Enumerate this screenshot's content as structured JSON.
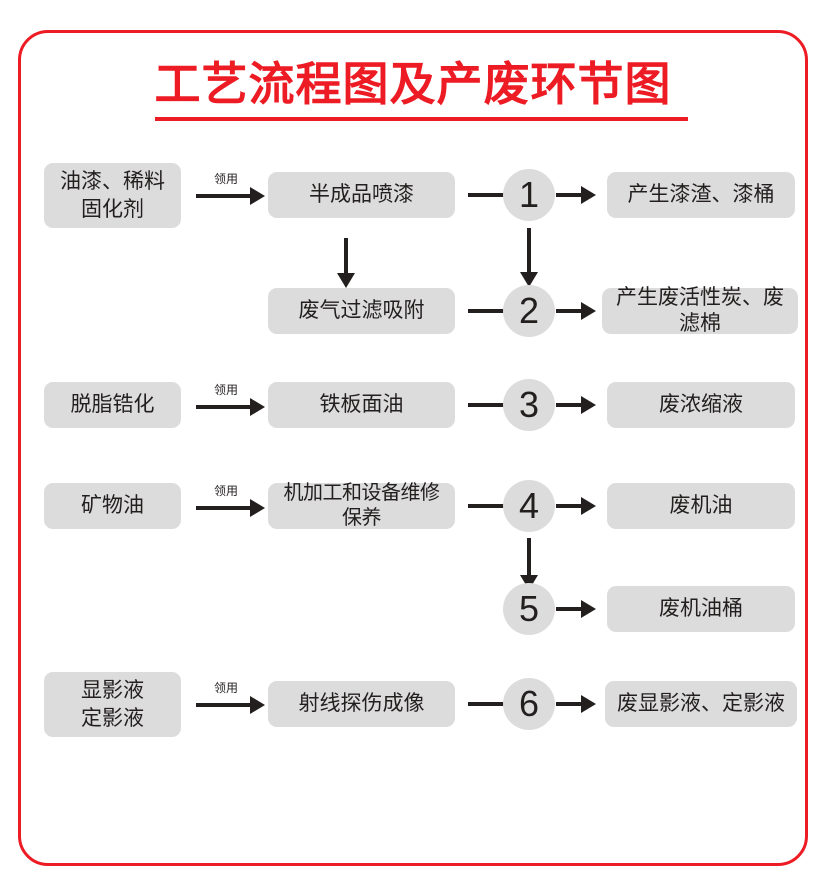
{
  "title": "工艺流程图及产废环节图",
  "theme": {
    "accent": "#ed1c24",
    "box_fill": "#dcdcdc",
    "text": "#231f1f",
    "connector": "#231f1f",
    "background": "#ffffff"
  },
  "edge_label": "领用",
  "flow": {
    "rows": [
      {
        "id": "row-1",
        "input": "油漆、稀料\n固化剂",
        "input_lines": [
          "油漆、稀料",
          "固化剂"
        ],
        "process": "半成品喷漆",
        "number": "1",
        "output": "产生漆渣、漆桶",
        "requisition": "领用"
      },
      {
        "id": "row-2",
        "input": null,
        "process": "废气过滤吸附",
        "number": "2",
        "output": "产生废活性炭、废滤棉",
        "requisition": null
      },
      {
        "id": "row-3",
        "input": "脱脂锆化",
        "input_lines": [
          "脱脂锆化"
        ],
        "process": "铁板面油",
        "number": "3",
        "output": "废浓缩液",
        "requisition": "领用"
      },
      {
        "id": "row-4",
        "input": "矿物油",
        "input_lines": [
          "矿物油"
        ],
        "process": "机加工和设备维修保养",
        "number": "4",
        "output": "废机油",
        "requisition": "领用"
      },
      {
        "id": "row-5",
        "input": null,
        "process": null,
        "number": "5",
        "output": "废机油桶",
        "requisition": null
      },
      {
        "id": "row-6",
        "input": "显影液\n定影液",
        "input_lines": [
          "显影液",
          "定影液"
        ],
        "process": "射线探伤成像",
        "number": "6",
        "output": "废显影液、定影液",
        "requisition": "领用"
      }
    ]
  },
  "nodes": {
    "input_1_line1": "油漆、稀料",
    "input_1_line2": "固化剂",
    "process_1": "半成品喷漆",
    "num_1": "1",
    "output_1": "产生漆渣、漆桶",
    "label_1": "领用",
    "process_2": "废气过滤吸附",
    "num_2": "2",
    "output_2": "产生废活性炭、废滤棉",
    "input_3": "脱脂锆化",
    "process_3": "铁板面油",
    "num_3": "3",
    "output_3": "废浓缩液",
    "label_3": "领用",
    "input_4": "矿物油",
    "process_4": "机加工和设备维修保养",
    "num_4": "4",
    "output_4": "废机油",
    "label_4": "领用",
    "num_5": "5",
    "output_5": "废机油桶",
    "input_6_line1": "显影液",
    "input_6_line2": "定影液",
    "process_6": "射线探伤成像",
    "num_6": "6",
    "output_6": "废显影液、定影液",
    "label_6": "领用"
  }
}
